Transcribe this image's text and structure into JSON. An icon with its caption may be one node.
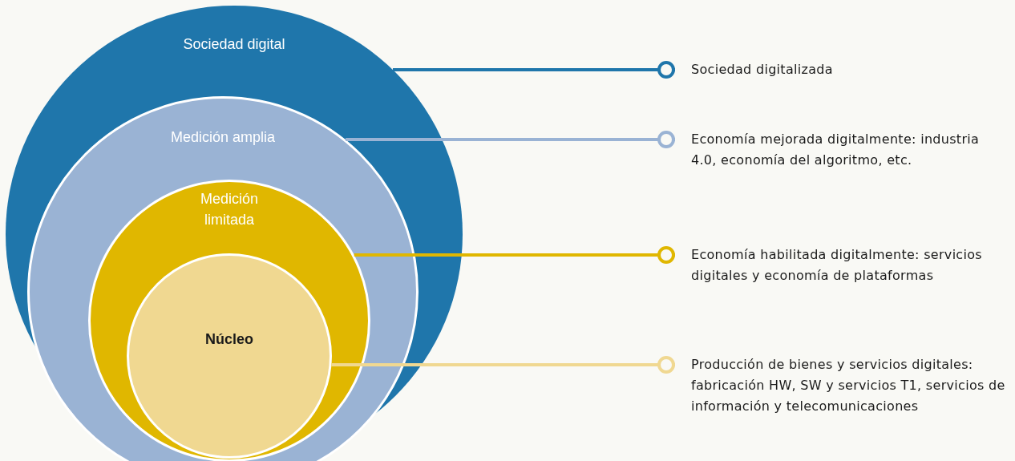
{
  "diagram": {
    "nodes": [
      {
        "text": [
          "Sociedad digital"
        ]
      },
      {
        "text": [
          "Medición amplia"
        ],
        "in": 0
      },
      {
        "text": [
          "Medición limitada"
        ],
        "in": 1
      },
      {
        "text": [
          "Núcleo"
        ],
        "in": 2
      },
      {
        "text": [
          "Sociedad digitalizada"
        ]
      },
      {
        "text": [
          "Economía mejorada digitalmente: industria 4.0, economía del algoritmo, etc."
        ]
      },
      {
        "text": [
          "Economía habilitada digitalmente: servicios digitales y economía de plataformas"
        ]
      },
      {
        "text": [
          "Producción de bienes y servicios digitales: fabricación HW, SW y servicios T1, servicios de información y telecomunicaciones"
        ]
      }
    ],
    "edges": [
      {
        "from": 0,
        "to": 4,
        "arrow": "other",
        "color": "#1f76ab"
      },
      {
        "from": 1,
        "to": 5,
        "arrow": "other",
        "color": "#9ab3d4"
      },
      {
        "from": 2,
        "to": 6,
        "arrow": "other",
        "color": "#e0b700"
      },
      {
        "from": 3,
        "to": 7,
        "arrow": "other",
        "color": "#f0d891"
      }
    ]
  }
}
